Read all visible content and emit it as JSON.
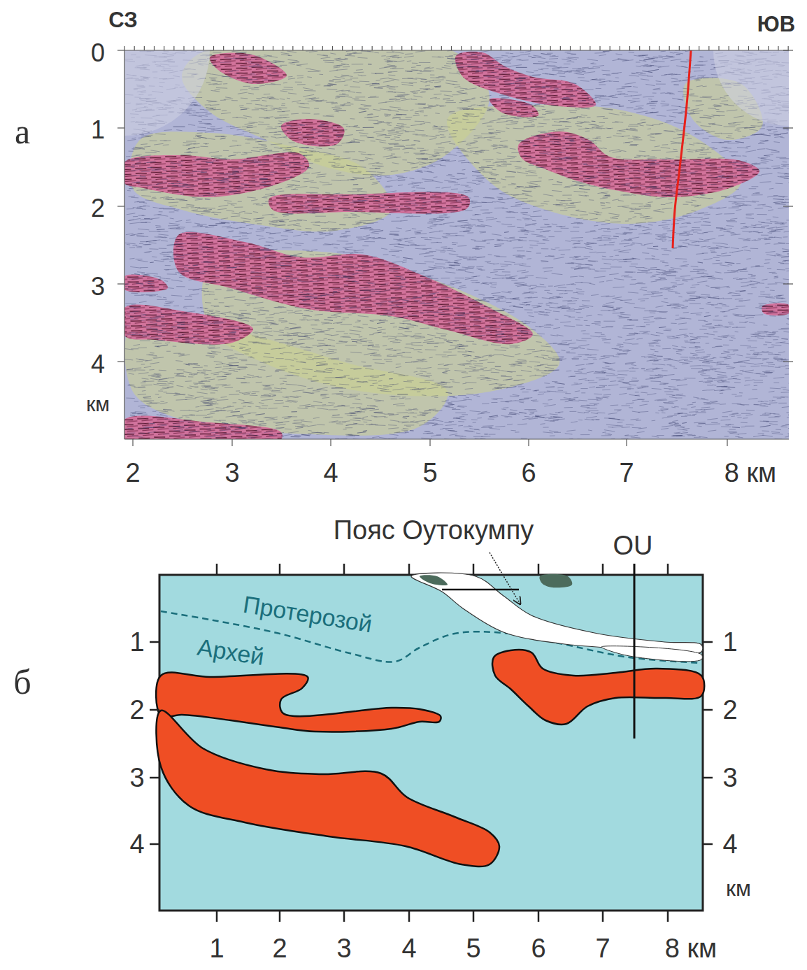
{
  "diagram": {
    "labels": [
      "СЗ",
      "ЮВ",
      "а",
      "0",
      "1",
      "2",
      "3",
      "4",
      "км",
      "2",
      "3",
      "4",
      "5",
      "6",
      "7",
      "8 км",
      "Пояс Оутокумпу",
      "OU",
      "б",
      "Протерозой",
      "Архей",
      "1",
      "2",
      "3",
      "4",
      "1",
      "2",
      "3",
      "4",
      "км",
      "1",
      "2",
      "3",
      "4",
      "5",
      "6",
      "7",
      "8 км"
    ]
  }
}
